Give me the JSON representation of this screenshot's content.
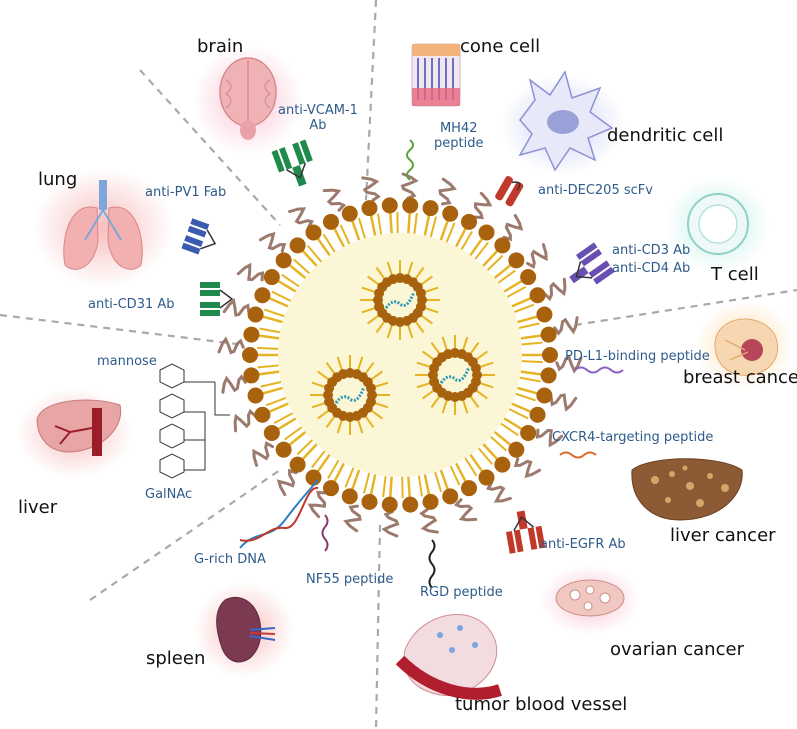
{
  "tissues": {
    "brain": "brain",
    "cone_cell": "cone cell",
    "dendritic_cell": "dendritic cell",
    "lung": "lung",
    "t_cell": "T cell",
    "breast_cancer": "breast cancer",
    "liver": "liver",
    "liver_cancer": "liver cancer",
    "ovarian_cancer": "ovarian cancer",
    "spleen": "spleen",
    "tumor_blood_vessel": "tumor blood vessel"
  },
  "ligands": {
    "anti_vcam1_line1": "anti-VCAM-1",
    "anti_vcam1_line2": "Ab",
    "mh42_line1": "MH42",
    "mh42_line2": "peptide",
    "anti_dec205": "anti-DEC205 scFv",
    "anti_pv1": "anti-PV1 Fab",
    "anti_cd3": "anti-CD3 Ab",
    "anti_cd4": "anti-CD4 Ab",
    "anti_cd31": "anti-CD31 Ab",
    "mannose": "mannose",
    "pd_l1": "PD-L1-binding peptide",
    "cxcr4": "CXCR4-targeting peptide",
    "galnac": "GalNAc",
    "anti_egfr": "anti-EGFR Ab",
    "g_rich_dna": "G-rich DNA",
    "nf55": "NF55 peptide",
    "rgd": "RGD peptide"
  },
  "colors": {
    "ligand_text": "#2e5b8a",
    "lipid_head": "#a8620e",
    "lipid_tail": "#e6b422",
    "core": "#fbf6d6",
    "peg": "#9c7a6e",
    "antibody_green": "#1f8a4c",
    "antibody_blue": "#3a5bb0",
    "antibody_purple": "#6a4fb3",
    "antibody_red": "#c0392b",
    "mrna": "#2a9bb5"
  }
}
